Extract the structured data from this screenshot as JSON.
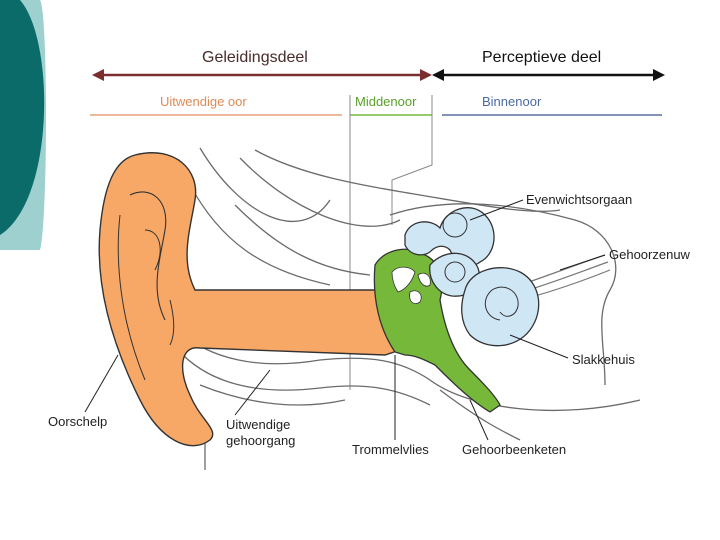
{
  "headers": {
    "conduction": "Geleidingsdeel",
    "perception": "Perceptieve deel"
  },
  "sections": {
    "outer": "Uitwendige oor",
    "middle": "Middenoor",
    "inner": "Binnenoor"
  },
  "labels": {
    "balance_organ": "Evenwichtsorgaan",
    "auditory_nerve": "Gehoorzenuw",
    "cochlea": "Slakkehuis",
    "auricle": "Oorschelp",
    "ear_canal_line1": "Uitwendige",
    "ear_canal_line2": "gehoorgang",
    "eardrum": "Trommelvlies",
    "ossicles": "Gehoorbeenketen"
  },
  "colors": {
    "outer_ear": "#f7a866",
    "middle_ear": "#76b93a",
    "inner_ear": "#cfe6f5",
    "conduction_arrow": "#7a2e2e",
    "outer_line": "#e8a07a",
    "inner_line": "#5a6e9e",
    "slide_accent_dark": "#0b6b68",
    "slide_accent_light": "#9dd0cf"
  }
}
